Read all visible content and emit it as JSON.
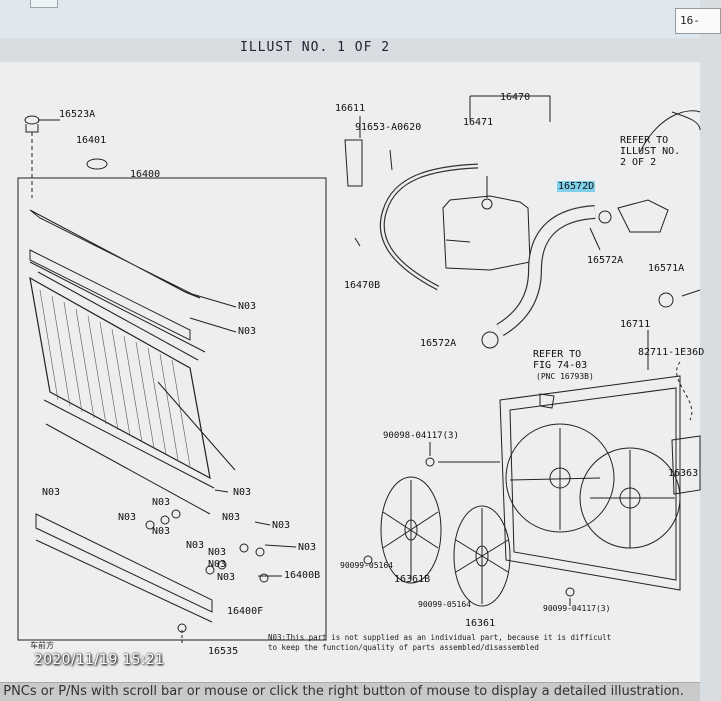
{
  "header": {
    "title": "ILLUST NO. 1 OF 2",
    "page_badge": "16-"
  },
  "parts": {
    "p16523A": "16523A",
    "p16401": "16401",
    "p16400": "16400",
    "p16611": "16611",
    "p91653": "91653-A0620",
    "p16471": "16471",
    "p16470": "16470",
    "p16470B": "16470B",
    "p16572D": "16572D",
    "p16572A_top": "16572A",
    "p16572A_mid": "16572A",
    "p16571A": "16571A",
    "p16711": "16711",
    "p82711": "82711-1E36D",
    "p90098": "90098-04117(3)",
    "p90099_left": "90099-05164",
    "p16361B": "16361B",
    "p90099_mid": "90099-05164",
    "p16361": "16361",
    "p90099_right": "90099-04117(3)",
    "p16363": "16363",
    "p16400B": "16400B",
    "p16400F": "16400F",
    "p16535": "16535",
    "n03": "N03"
  },
  "refs": {
    "refer_illust_1": "REFER TO",
    "refer_illust_2": "ILLUST NO.",
    "refer_illust_3": "2 OF 2",
    "refer_fig_1": "REFER TO",
    "refer_fig_2": "FIG 74-03",
    "refer_fig_3": "(PNC 16793B)"
  },
  "front_mark": "车前方",
  "note_line1": "N03:This part is not supplied as an individual part, because it is difficult",
  "note_line2": "to keep the function/quality of parts assembled/disassembled",
  "timestamp": "2020/11/19 15:21",
  "status_bar": "t PNCs or P/Ns with scroll bar or mouse or click the right button of mouse to display a detailed illustration."
}
